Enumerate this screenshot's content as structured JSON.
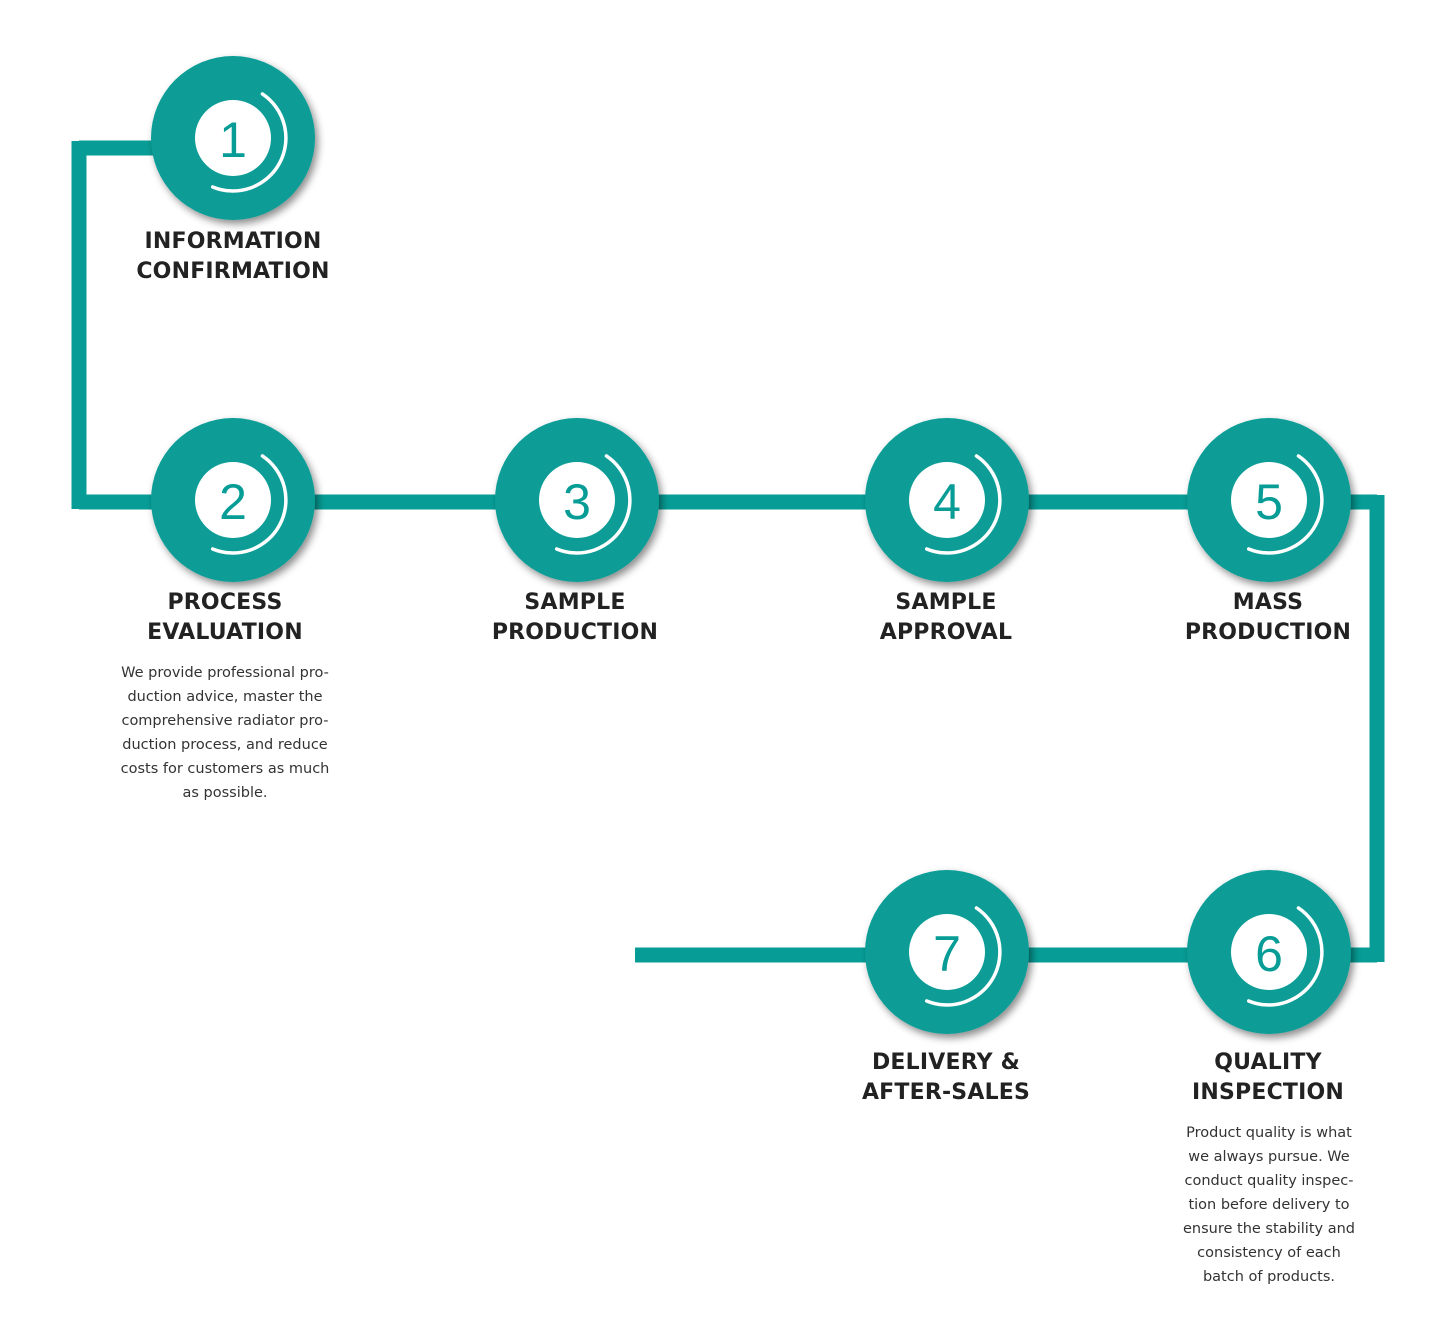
{
  "colors": {
    "accent": "#079d96",
    "heading": "#222222",
    "body_text": "#333333",
    "inner_circle": "#ffffff"
  },
  "steps": [
    {
      "number": "1",
      "title_lines": [
        "INFORMATION",
        "CONFIRMATION"
      ]
    },
    {
      "number": "2",
      "title_lines": [
        "PROCESS",
        "EVALUATION"
      ],
      "description_lines": [
        "We provide professional pro-",
        "duction advice, master the",
        "comprehensive radiator pro-",
        "duction process, and reduce",
        "costs for customers as much",
        "as possible."
      ]
    },
    {
      "number": "3",
      "title_lines": [
        "SAMPLE",
        "PRODUCTION"
      ]
    },
    {
      "number": "4",
      "title_lines": [
        "SAMPLE",
        "APPROVAL"
      ]
    },
    {
      "number": "5",
      "title_lines": [
        "MASS",
        "PRODUCTION"
      ]
    },
    {
      "number": "6",
      "title_lines": [
        "QUALITY",
        "INSPECTION"
      ],
      "description_lines": [
        "Product quality is what",
        "we always pursue. We",
        "conduct quality inspec-",
        "tion before delivery to",
        "ensure the stability and",
        "consistency of each",
        "batch of products."
      ]
    },
    {
      "number": "7",
      "title_lines": [
        "DELIVERY &",
        "AFTER-SALES"
      ]
    }
  ]
}
